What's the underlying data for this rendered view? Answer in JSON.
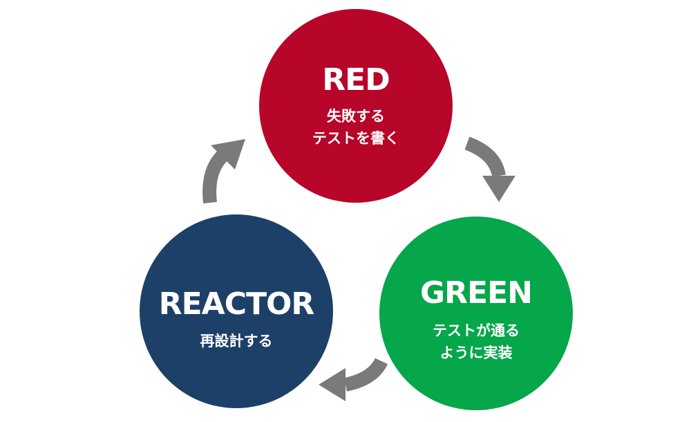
{
  "colors": {
    "red": "#b8052a",
    "green": "#06a64a",
    "reactor": "#1d4068",
    "arrow": "#7a7a7a"
  },
  "nodes": {
    "red": {
      "title": "RED",
      "desc_line1": "失敗する",
      "desc_line2": "テストを書く"
    },
    "green": {
      "title": "GREEN",
      "desc_line1": "テストが通る",
      "desc_line2": "ように実装"
    },
    "reactor": {
      "title": "REACTOR",
      "desc_line1": "再設計する"
    }
  },
  "arrow_icons": [
    "curved-arrow-icon",
    "curved-arrow-icon",
    "curved-arrow-icon"
  ]
}
